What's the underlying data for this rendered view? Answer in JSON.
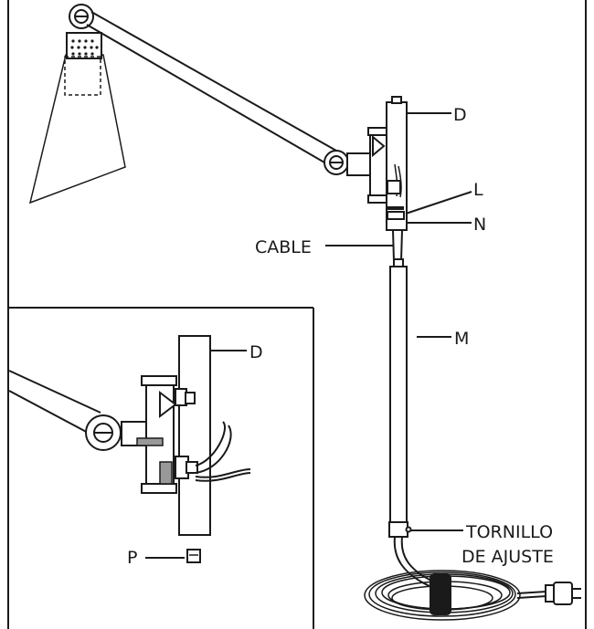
{
  "labels": {
    "d_top": "D",
    "l": "L",
    "n": "N",
    "cable": "CABLE",
    "m": "M",
    "d_inset": "D",
    "p": "P",
    "screw_line1": "TORNILLO",
    "screw_line2": "DE AJUSTE"
  },
  "colors": {
    "ink": "#1a1a1a",
    "background": "#ffffff"
  }
}
